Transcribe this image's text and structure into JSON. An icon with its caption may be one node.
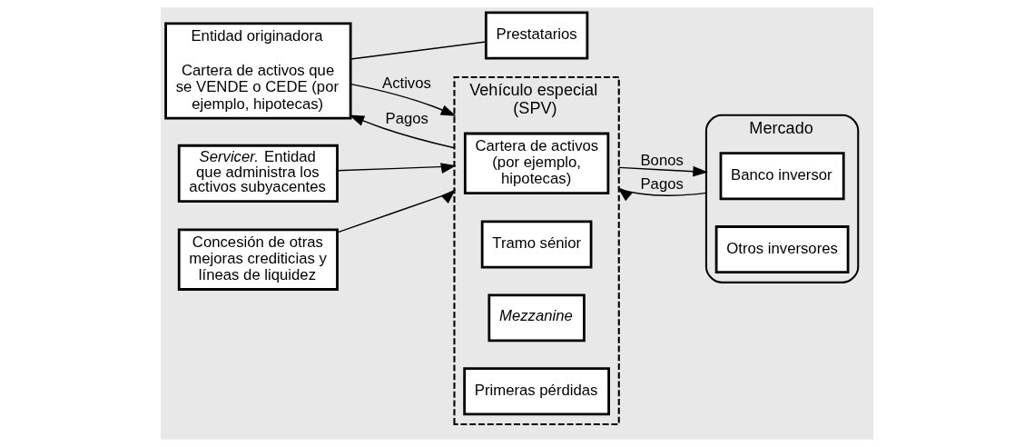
{
  "diagram": {
    "nodes": [
      {
        "text": [
          "Entidad originadora",
          "Cartera de activos que se VENDE o CEDE (por ejemplo, hipotecas)"
        ]
      },
      {
        "text": [
          "Prestatarios"
        ]
      },
      {
        "text": [
          "Vehículo especial (SPV)"
        ]
      },
      {
        "text": [
          "Cartera de activos (por ejemplo, hipotecas)"
        ],
        "in": 2
      },
      {
        "text": [
          "Tramo sénior"
        ],
        "in": 2
      },
      {
        "text": [
          "Mezzanine"
        ],
        "in": 2
      },
      {
        "text": [
          "Primeras pérdidas"
        ],
        "in": 2
      },
      {
        "text": [
          "Mercado"
        ]
      },
      {
        "text": [
          "Banco inversor"
        ],
        "in": 7
      },
      {
        "text": [
          "Otros inversores"
        ],
        "in": 7
      },
      {
        "text": [
          "*Servicer.* Entidad que administra los activos subyacentes"
        ]
      },
      {
        "text": [
          "Concesión de otras mejoras crediticias y líneas de liquidez"
        ]
      }
    ],
    "edges": [
      {
        "from": 0,
        "to": 1,
        "arrow": "none"
      },
      {
        "from": 0,
        "to": 2,
        "arrow": "to",
        "label": "Activos"
      },
      {
        "from": 2,
        "to": 0,
        "arrow": "to",
        "label": "Pagos"
      },
      {
        "from": 2,
        "to": 7,
        "arrow": "to",
        "label": "Bonos"
      },
      {
        "from": 7,
        "to": 2,
        "arrow": "to",
        "label": "Pagos"
      },
      {
        "from": 10,
        "to": 2,
        "arrow": "to"
      },
      {
        "from": 11,
        "to": 2,
        "arrow": "to"
      }
    ]
  }
}
